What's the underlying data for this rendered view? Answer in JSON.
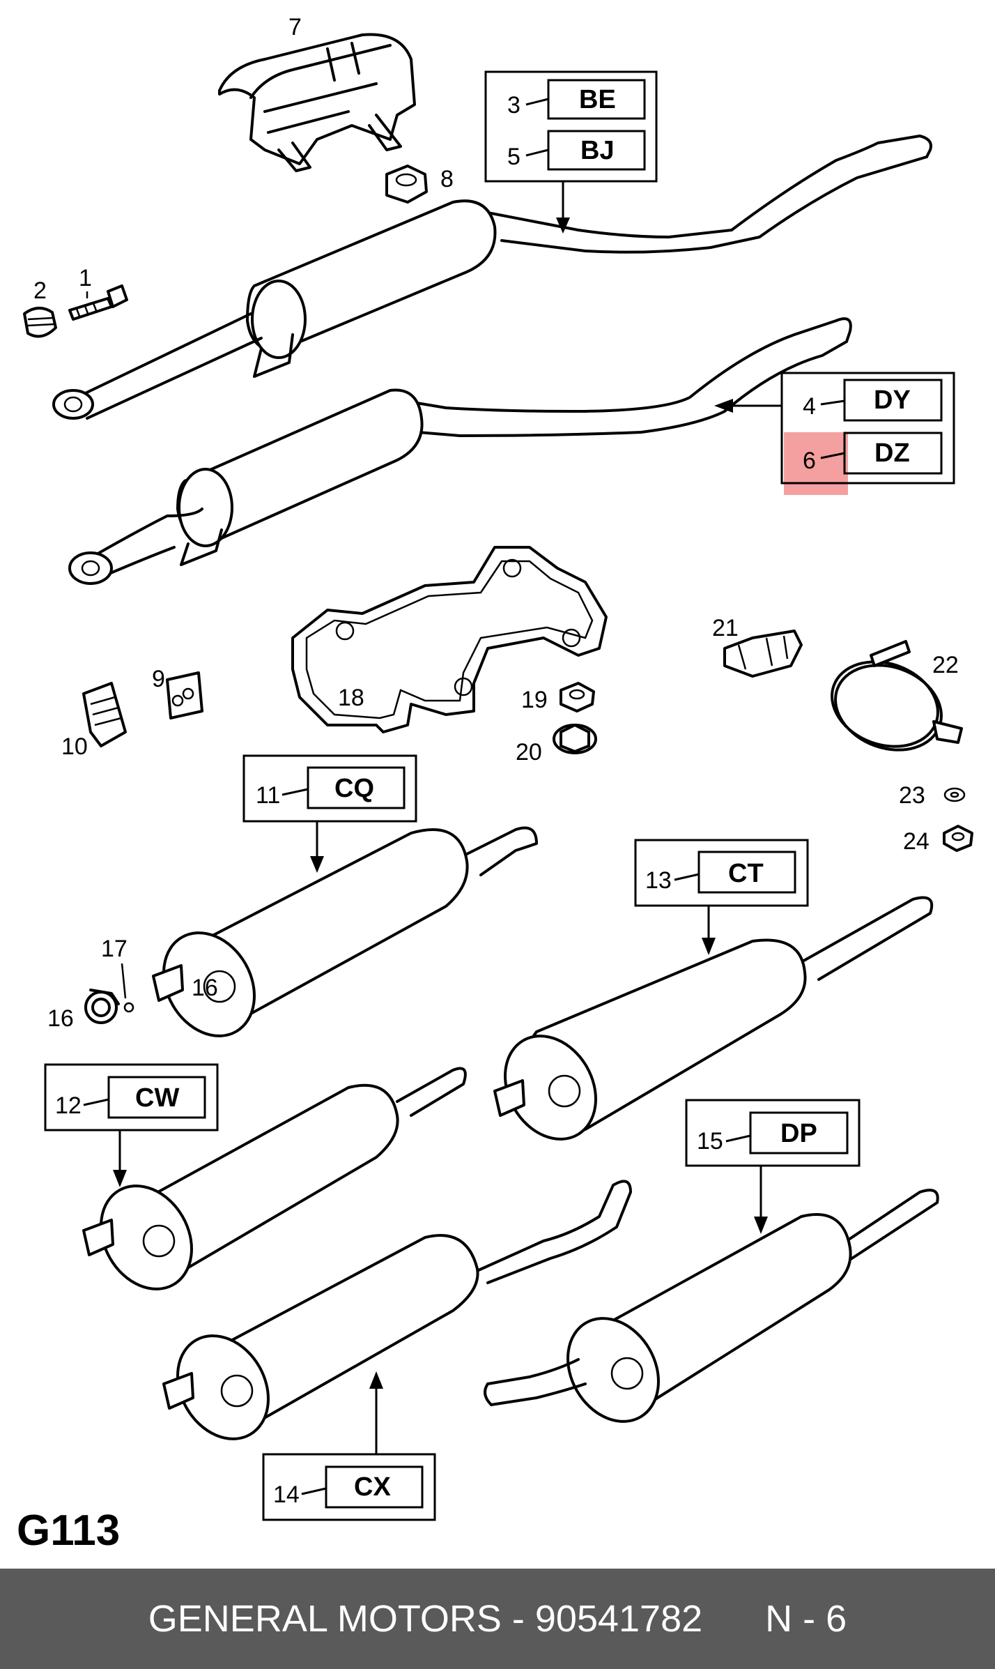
{
  "diagram_id": "G113",
  "footer": {
    "brand": "GENERAL MOTORS",
    "separator": " - ",
    "part_number": "90541782",
    "position": "N - 6"
  },
  "callouts": {
    "c1": "1",
    "c2": "2",
    "c3": "3",
    "c4": "4",
    "c5": "5",
    "c6": "6",
    "c7": "7",
    "c8": "8",
    "c9": "9",
    "c10": "10",
    "c11": "11",
    "c12": "12",
    "c13": "13",
    "c14": "14",
    "c15": "15",
    "c16a": "16",
    "c16b": "16",
    "c17": "17",
    "c18": "18",
    "c19": "19",
    "c20": "20",
    "c21": "21",
    "c22": "22",
    "c23": "23",
    "c24": "24"
  },
  "codes": {
    "be": "BE",
    "bj": "BJ",
    "dy": "DY",
    "dz": "DZ",
    "cq": "CQ",
    "ct": "CT",
    "cw": "CW",
    "dp": "DP",
    "cx": "CX"
  },
  "highlight": {
    "callout": "6",
    "color": "#f08080"
  }
}
